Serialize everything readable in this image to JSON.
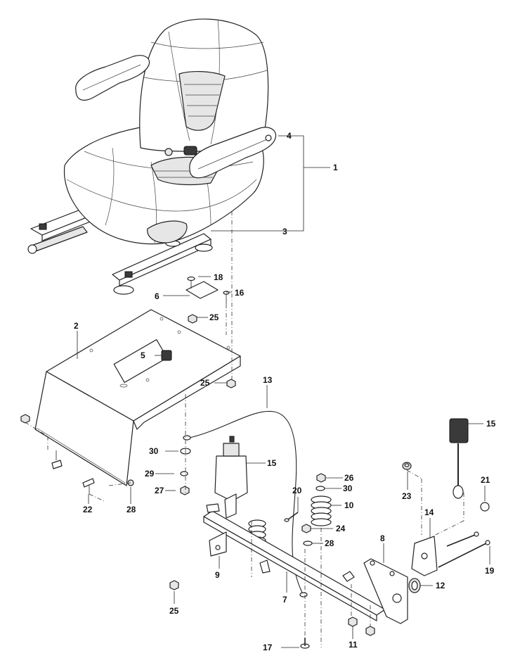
{
  "callouts": [
    {
      "id": "c1",
      "text": "1"
    },
    {
      "id": "c2",
      "text": "2"
    },
    {
      "id": "c3",
      "text": "3"
    },
    {
      "id": "c4",
      "text": "4"
    },
    {
      "id": "c5",
      "text": "5"
    },
    {
      "id": "c6",
      "text": "6"
    },
    {
      "id": "c7",
      "text": "7"
    },
    {
      "id": "c8",
      "text": "8"
    },
    {
      "id": "c9",
      "text": "9"
    },
    {
      "id": "c10",
      "text": "10"
    },
    {
      "id": "c11",
      "text": "11"
    },
    {
      "id": "c12",
      "text": "12"
    },
    {
      "id": "c13",
      "text": "13"
    },
    {
      "id": "c14",
      "text": "14"
    },
    {
      "id": "c15a",
      "text": "15"
    },
    {
      "id": "c15b",
      "text": "15"
    },
    {
      "id": "c16",
      "text": "16"
    },
    {
      "id": "c17",
      "text": "17"
    },
    {
      "id": "c18",
      "text": "18"
    },
    {
      "id": "c19",
      "text": "19"
    },
    {
      "id": "c20",
      "text": "20"
    },
    {
      "id": "c21",
      "text": "21"
    },
    {
      "id": "c22",
      "text": "22"
    },
    {
      "id": "c23",
      "text": "23"
    },
    {
      "id": "c24",
      "text": "24"
    },
    {
      "id": "c25a",
      "text": "25"
    },
    {
      "id": "c25b",
      "text": "25"
    },
    {
      "id": "c25c",
      "text": "25"
    },
    {
      "id": "c26",
      "text": "26"
    },
    {
      "id": "c27",
      "text": "27"
    },
    {
      "id": "c28a",
      "text": "28"
    },
    {
      "id": "c28b",
      "text": "28"
    },
    {
      "id": "c29",
      "text": "29"
    },
    {
      "id": "c30a",
      "text": "30"
    },
    {
      "id": "c30b",
      "text": "30"
    }
  ]
}
